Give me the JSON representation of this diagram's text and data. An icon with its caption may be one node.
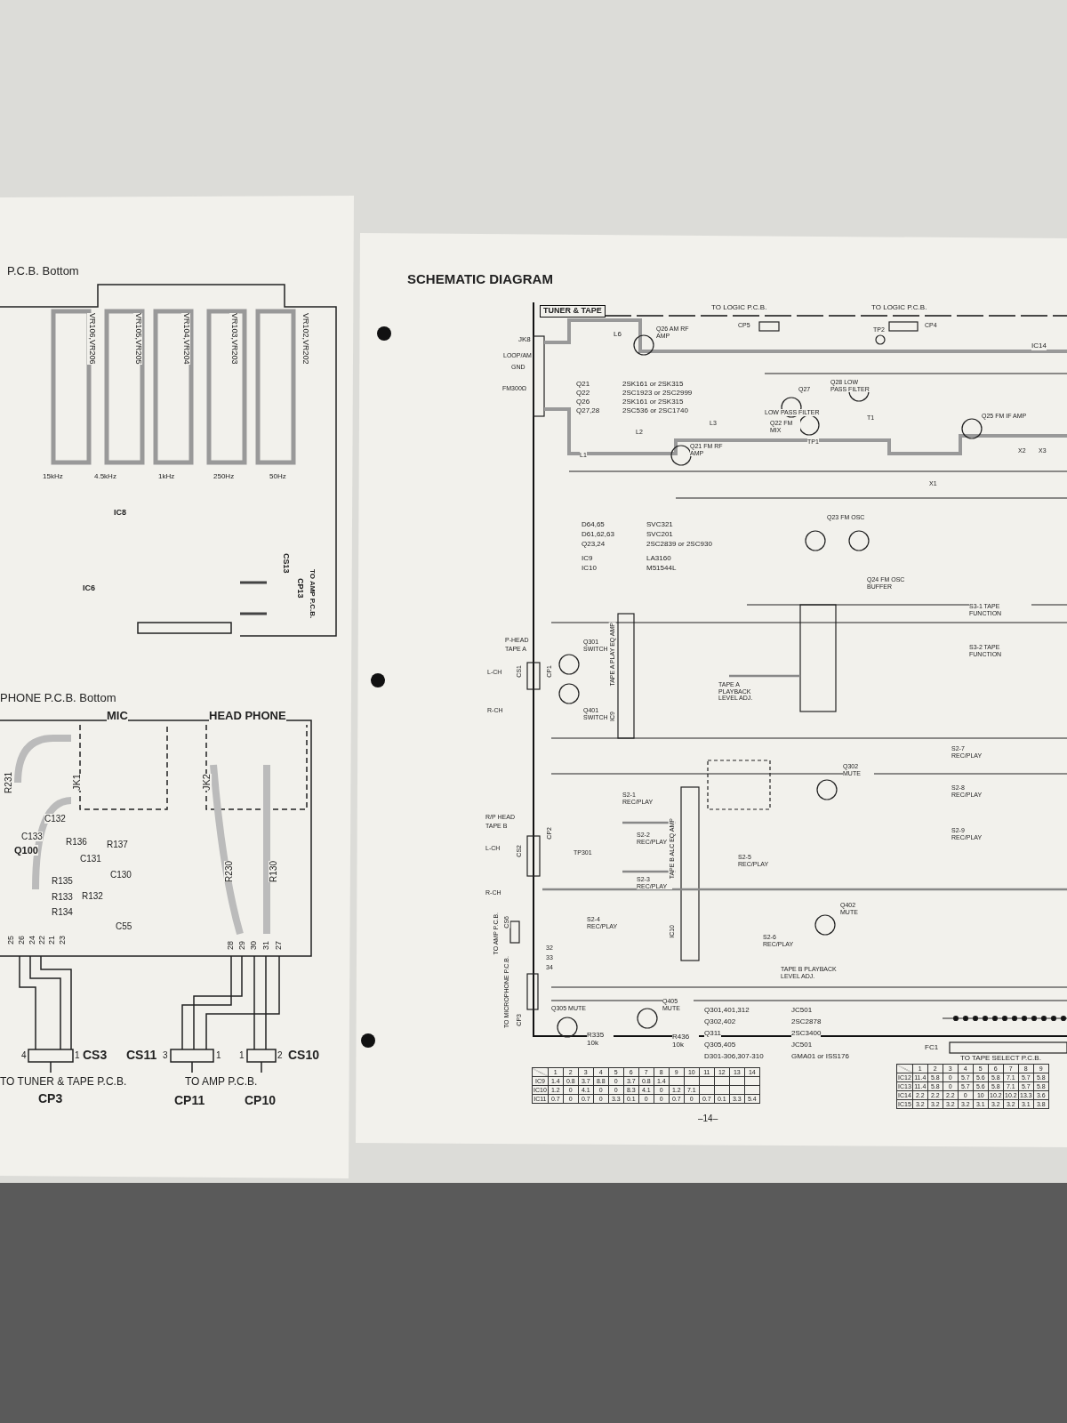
{
  "diagram": {
    "title": "SCHEMATIC DIAGRAM",
    "labels": [
      "P.C.B. Bottom",
      "VR106,VR206",
      "VR105,VR205",
      "VR104,VR204",
      "VR103,VR203",
      "VR102,VR202",
      "15kHz",
      "4.5kHz",
      "1kHz",
      "250Hz",
      "50Hz",
      "IC8",
      "IC6",
      "CS13",
      "CP13",
      "TO AMP P.C.B.",
      "PHONE P.C.B. Bottom",
      "MIC",
      "HEAD PHONE",
      "R231",
      "JK1",
      "JK2",
      "C132",
      "C133",
      "Q100",
      "R136",
      "R137",
      "C131",
      "C130",
      "R135",
      "R133",
      "R132",
      "R134",
      "C55",
      "R230",
      "R130",
      "25",
      "26",
      "24",
      "22",
      "21",
      "23",
      "28",
      "29",
      "30",
      "31",
      "27",
      "4",
      "1",
      "CS3",
      "CS11",
      "3",
      "1",
      "1",
      "2",
      "CS10",
      "TO TUNER & TAPE P.C.B.",
      "CP3",
      "TO AMP P.C.B.",
      "CP11",
      "CP10",
      "TUNER & TAPE",
      "JK8",
      "LOOP/AM",
      "GND",
      "FM300Ω",
      "L6",
      "Q26 AM RF AMP",
      "TO LOGIC P.C.B.",
      "CP5",
      "TP2",
      "TO LOGIC P.C.B.",
      "CP4",
      "IC14",
      "Q27",
      "Q28 LOW PASS FILTER",
      "LOW PASS FILTER",
      "Q22 FM MIX",
      "TP1",
      "T1",
      "Q25 FM IF AMP",
      "X1",
      "X2",
      "X3",
      "L3",
      "Q21 FM RF AMP",
      "L1",
      "L2",
      "Q21",
      "2SK161 or 2SK315",
      "Q22",
      "2SC1923 or 2SC2999",
      "Q26",
      "2SK161 or 2SK315",
      "Q27,28",
      "2SC536 or 2SC1740",
      "D64,65",
      "SVC321",
      "D61,62,63",
      "SVC201",
      "Q23,24",
      "2SC2839 or 2SC930",
      "IC9",
      "LA3160",
      "IC10",
      "M51544L",
      "Q23 FM OSC",
      "Q24 FM OSC BUFFER",
      "P-HEAD",
      "TAPE A",
      "L-CH",
      "R-CH",
      "CS1",
      "CP1",
      "Q301 SWITCH",
      "Q401 SWITCH",
      "IC9",
      "TAPE A PLAY EQ AMP",
      "TAPE A PLAYBACK LEVEL ADJ.",
      "S3-1 TAPE FUNCTION",
      "S3-2 TAPE FUNCTION",
      "S2-7 REC/PLAY",
      "S2-8 REC/PLAY",
      "S2-9 REC/PLAY",
      "Q302 MUTE",
      "Q402 MUTE",
      "R/P HEAD",
      "TAPE B",
      "L-CH",
      "R-CH",
      "CS2",
      "CP2",
      "TP301",
      "S2-1 REC/PLAY",
      "S2-2 REC/PLAY",
      "S2-3 REC/PLAY",
      "S2-4 REC/PLAY",
      "S2-5 REC/PLAY",
      "S2-6 REC/PLAY",
      "IC10",
      "TAPE B ALC EQ AMP",
      "TAPE B PLAYBACK LEVEL ADJ.",
      "CS6",
      "TO AMP P.C.B.",
      "32",
      "33",
      "34",
      "CP3",
      "TO MICROPHONE P.C.B.",
      "Q305 MUTE",
      "R335 10k",
      "Q405 MUTE",
      "R436 10k",
      "Q301,401,312",
      "JC501",
      "Q302,402",
      "2SC2878",
      "Q311",
      "2SC3400",
      "Q305,405",
      "JC501",
      "D301-306,307-310",
      "GMA01 or ISS176",
      "FC1",
      "TO TAPE SELECT P.C.B.",
      "1",
      "2",
      "3",
      "4",
      "5",
      "6",
      "7",
      "8",
      "9",
      "10",
      "11",
      "12",
      "13",
      "14",
      "IC9",
      "1.4",
      "0.8",
      "3.7",
      "8.8",
      "0",
      "3.7",
      "0.8",
      "1.4",
      "IC10",
      "1.2",
      "0",
      "4.1",
      "0",
      "0",
      "8.3",
      "4.1",
      "0",
      "1.2",
      "7.1",
      "IC11",
      "0.7",
      "0",
      "0.7",
      "0",
      "3.3",
      "0.1",
      "0",
      "0",
      "0.7",
      "0",
      "0.7",
      "0.1",
      "3.3",
      "5.4",
      "1",
      "2",
      "3",
      "4",
      "5",
      "6",
      "7",
      "8",
      "9",
      "IC12",
      "11.4",
      "5.8",
      "0",
      "5.7",
      "5.6",
      "5.8",
      "7.1",
      "5.7",
      "5.8",
      "IC13",
      "11.4",
      "5.8",
      "0",
      "5.7",
      "5.6",
      "5.8",
      "7.1",
      "5.7",
      "5.8",
      "IC14",
      "2.2",
      "2.2",
      "2.2",
      "0",
      "10",
      "10.2",
      "10.2",
      "13.3",
      "3.6",
      "IC15",
      "3.2",
      "3.2",
      "3.2",
      "3.2",
      "3.1",
      "3.2",
      "3.2",
      "3.1",
      "3.8",
      "–14–"
    ]
  }
}
